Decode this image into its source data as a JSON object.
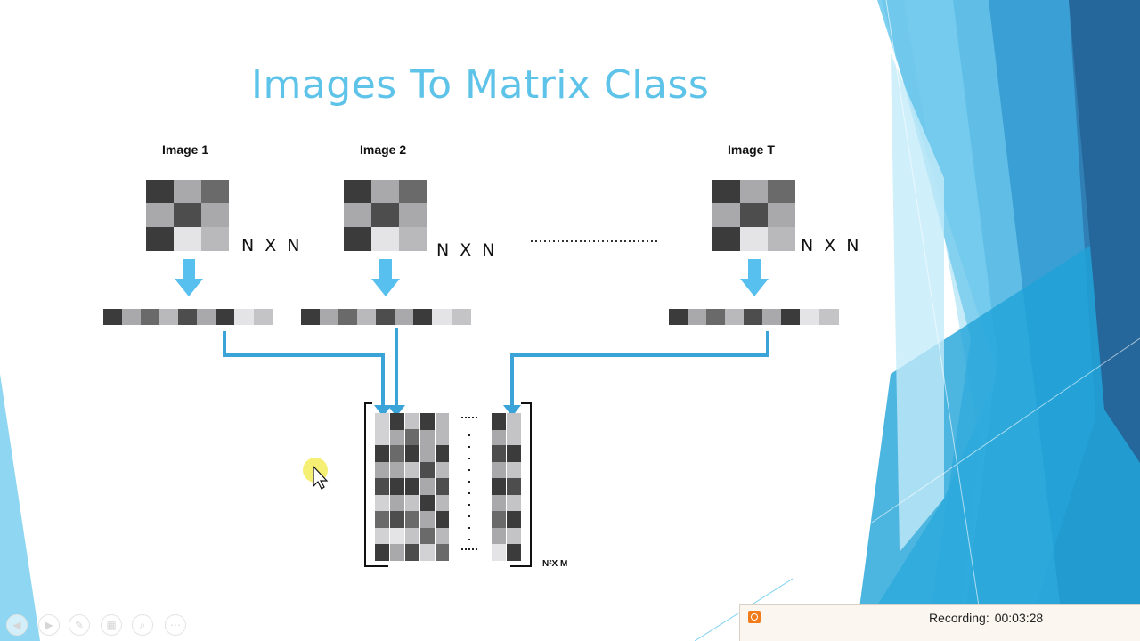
{
  "slide": {
    "title": "Images To Matrix Class",
    "images": [
      {
        "label": "Image 1",
        "dims": "N X N"
      },
      {
        "label": "Image 2",
        "dims": "N X N"
      },
      {
        "label": "Image T",
        "dims": "N X N"
      }
    ],
    "matrix_label": "N²X M",
    "cursor_icon": "pointer-with-highlight-icon"
  },
  "colors": {
    "title": "#5ec3e8",
    "arrow": "#3aa3d8",
    "arrow_light": "#57c0ee",
    "dark_cell": "#3b3b3b",
    "mid_cell": "#6a6a6a",
    "light_cell": "#a9a9ab",
    "pale_cell": "#e4e4e6"
  },
  "slide_controls": [
    {
      "icon": "previous-icon"
    },
    {
      "icon": "next-icon"
    },
    {
      "icon": "pen-icon"
    },
    {
      "icon": "slides-icon"
    },
    {
      "icon": "zoom-icon"
    },
    {
      "icon": "more-icon"
    }
  ],
  "recorder": {
    "label": "Recording:",
    "time": "00:03:28",
    "icon": "record-icon"
  }
}
